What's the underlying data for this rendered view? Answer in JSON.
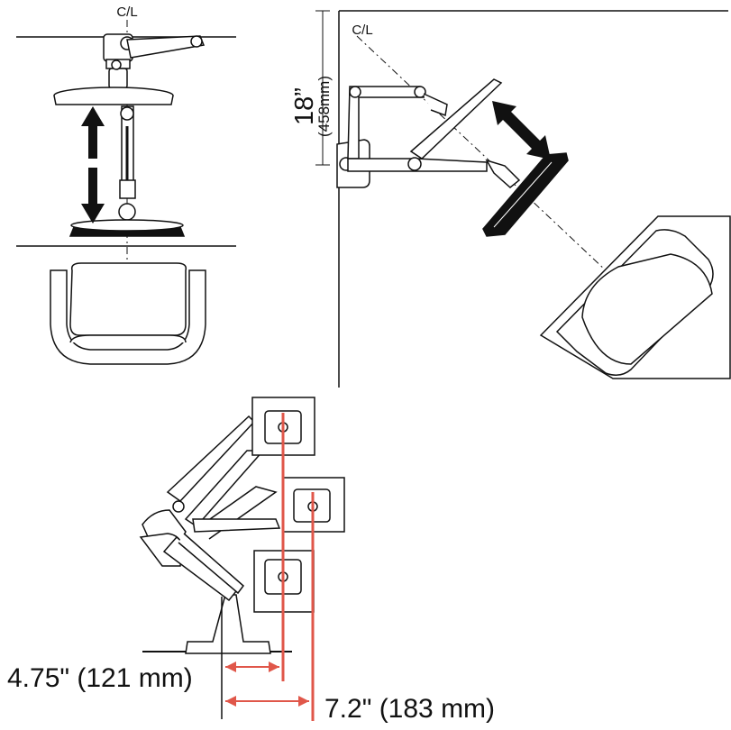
{
  "figures": {
    "front_view": {
      "centerline_label": "C/L"
    },
    "side_view": {
      "centerline_label": "C/L",
      "height_inches": "18”",
      "height_mm": "(458mm)"
    },
    "profile_view": {
      "offset_near": "4.75\" (121 mm)",
      "offset_far": "7.2\" (183 mm)"
    }
  },
  "colors": {
    "ink": "#111111",
    "seat_fill": "#f2f2f2",
    "measure_line": "#e0574a"
  },
  "icons": [
    "double-arrow-vertical",
    "double-arrow-diagonal"
  ]
}
